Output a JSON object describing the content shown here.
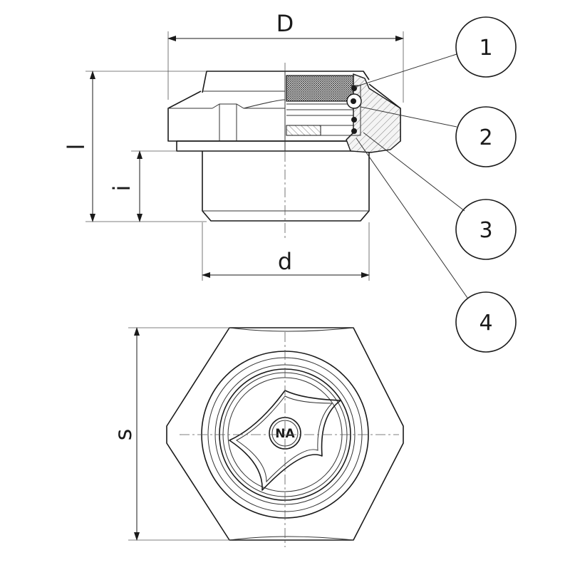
{
  "dimensions": {
    "D": "D",
    "l": "l",
    "i": "i",
    "d": "d",
    "s": "s"
  },
  "callouts": [
    "1",
    "2",
    "3",
    "4"
  ],
  "logo_text": "NA"
}
